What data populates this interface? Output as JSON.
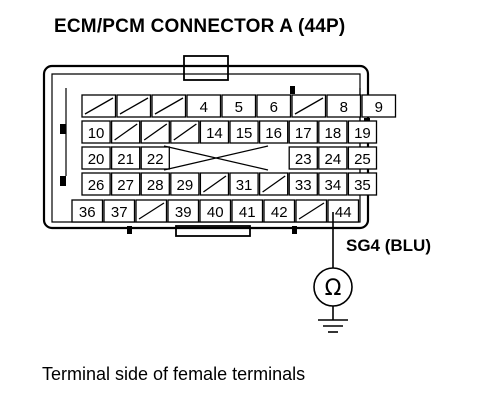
{
  "title": "ECM/PCM CONNECTOR A (44P)",
  "signal_label": "SG4 (BLU)",
  "caption": "Terminal side of female terminals",
  "meter_symbol": "Ω",
  "probe_terminal": "44",
  "rows": [
    [
      "",
      "",
      "",
      "4",
      "5",
      "6",
      "",
      "8",
      "9"
    ],
    [
      "10",
      "",
      "",
      "",
      "14",
      "15",
      "16",
      "17",
      "18",
      "19"
    ],
    [
      "20",
      "21",
      "22",
      "",
      "",
      "",
      "",
      "23",
      "24",
      "25"
    ],
    [
      "26",
      "27",
      "28",
      "29",
      "",
      "31",
      "",
      "33",
      "34",
      "35"
    ],
    [
      "36",
      "37",
      "",
      "39",
      "40",
      "41",
      "42",
      "",
      "44"
    ]
  ]
}
